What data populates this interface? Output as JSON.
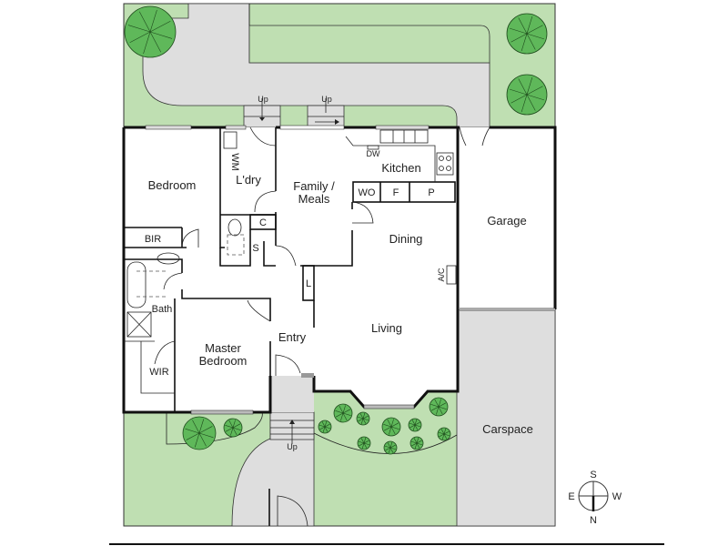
{
  "plan": {
    "rooms": {
      "bedroom": "Bedroom",
      "laundry": "L'dry",
      "wm": "WM",
      "family_line1": "Family /",
      "family_line2": "Meals",
      "kitchen": "Kitchen",
      "dw": "DW",
      "wo": "WO",
      "f": "F",
      "p": "P",
      "c": "C",
      "s": "S",
      "l": "L",
      "bir": "BIR",
      "bath": "Bath",
      "dining": "Dining",
      "ac": "A/C",
      "garage": "Garage",
      "entry": "Entry",
      "living": "Living",
      "master_line1": "Master",
      "master_line2": "Bedroom",
      "wir": "WIR",
      "carspace": "Carspace"
    },
    "steps": [
      "Up",
      "Up",
      "Up"
    ],
    "compass": {
      "s": "S",
      "e": "E",
      "w": "W",
      "n": "N"
    },
    "colors": {
      "lawn": "#bfdfb2",
      "paving": "#dedede",
      "tree": "#5fb85a",
      "wall": "#111111"
    }
  }
}
